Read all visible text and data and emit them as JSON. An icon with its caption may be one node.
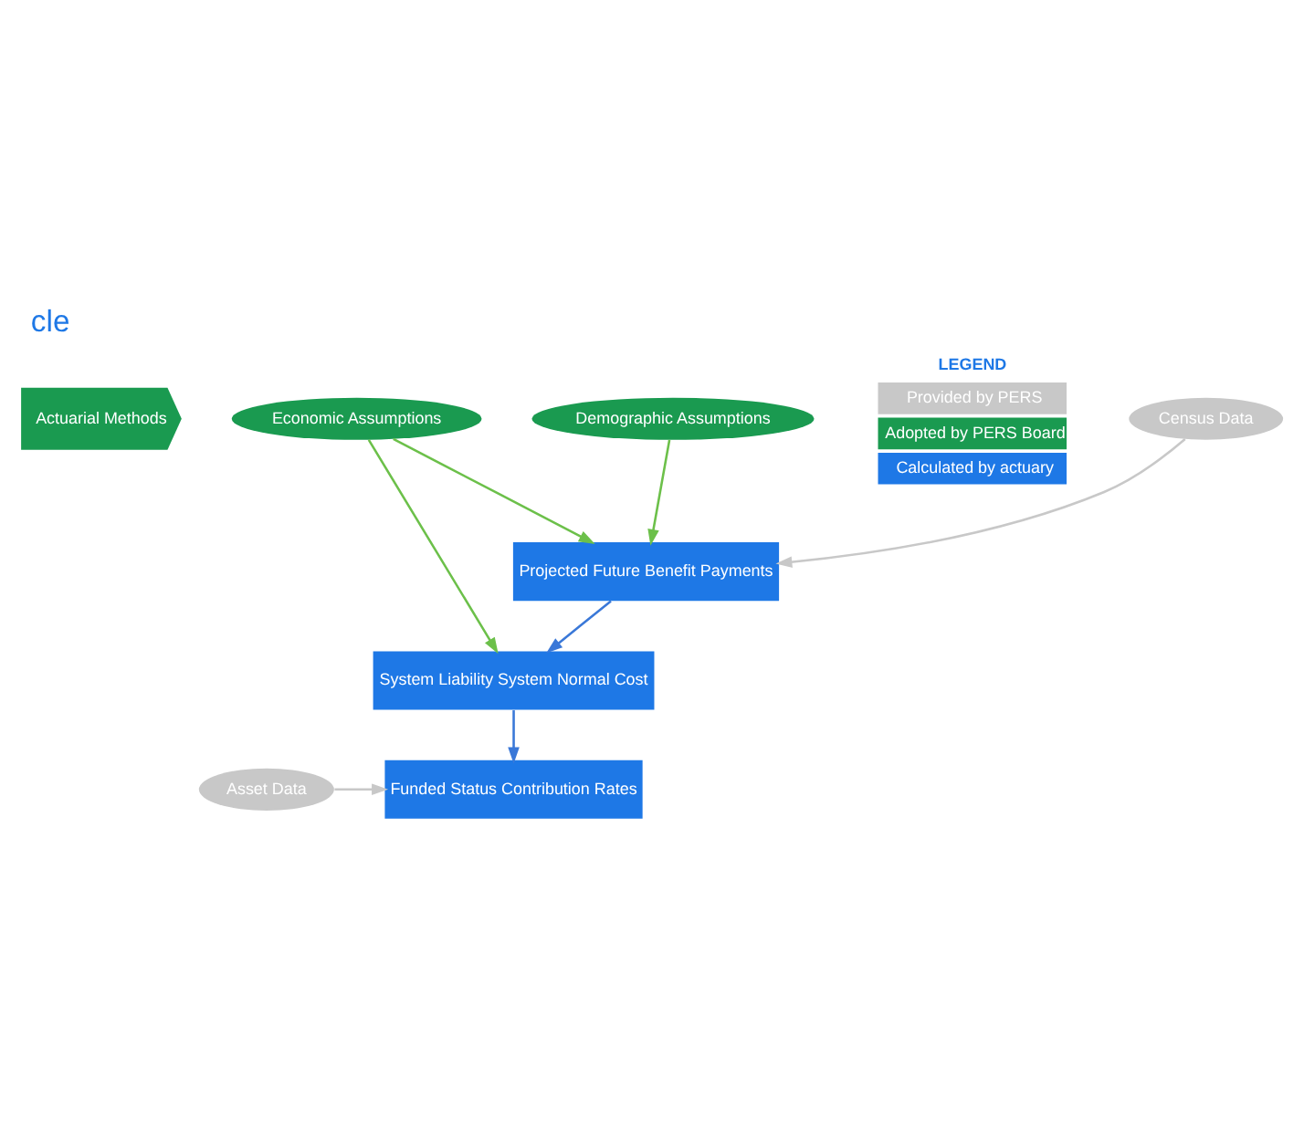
{
  "diagram": {
    "title": "cle",
    "nodes": [
      {
        "text": [
          "Census Data"
        ]
      },
      {
        "text": [
          "Demographic Assumptions"
        ]
      },
      {
        "text": [
          "Projected Future Benefit Payments"
        ]
      },
      {
        "text": [
          "Actuarial Methods"
        ]
      },
      {
        "text": [
          "Economic Assumptions"
        ]
      },
      {
        "text": [
          "System Liability System Normal Cost"
        ]
      },
      {
        "text": [
          "Asset Data"
        ]
      },
      {
        "text": [
          "Funded Status Contribution Rates"
        ]
      }
    ],
    "edges": [
      {
        "from": 0,
        "to": 2,
        "arrow": "to",
        "color": "#c8c8c8"
      },
      {
        "from": 1,
        "to": 2,
        "arrow": "to",
        "color": "#6cc04a"
      },
      {
        "from": 4,
        "to": 2,
        "arrow": "to",
        "color": "#6cc04a"
      },
      {
        "from": 2,
        "to": 5,
        "arrow": "to",
        "color": "#3a78d8"
      },
      {
        "from": 4,
        "to": 5,
        "arrow": "to",
        "color": "#6cc04a"
      },
      {
        "from": 5,
        "to": 7,
        "arrow": "to",
        "color": "#3a78d8"
      },
      {
        "from": 6,
        "to": 7,
        "arrow": "to",
        "color": "#c8c8c8"
      }
    ],
    "labels": [
      "LEGEND"
    ],
    "legend": [
      {
        "text": "Provided by PERS",
        "color": "#c8c8c8"
      },
      {
        "text": "Adopted by PERS Board",
        "color": "#1a9a50"
      },
      {
        "text": "Calculated by actuary",
        "color": "#1e78e6"
      }
    ]
  }
}
